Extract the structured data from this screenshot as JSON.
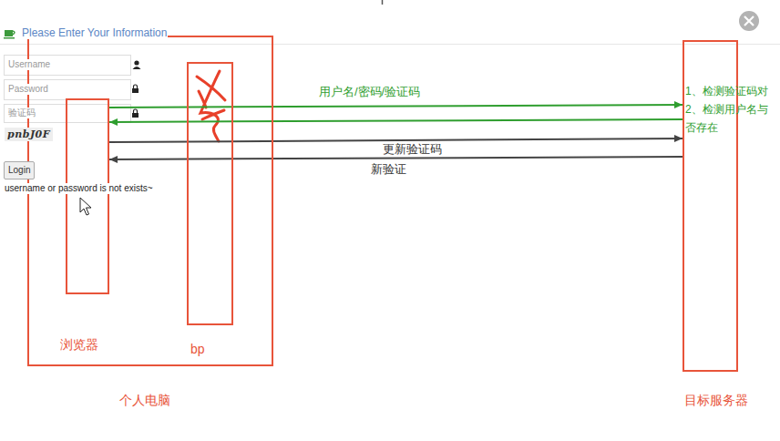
{
  "diagram": {
    "nodes": [
      {
        "text": [
          "个人电脑"
        ]
      },
      {
        "text": [
          "浏览器"
        ],
        "in": 0
      },
      {
        "text": [
          "bp"
        ],
        "in": 0
      },
      {
        "text": [
          "目标服务器",
          "1、检测验证码对",
          "2、检测用户名与 否存在"
        ]
      }
    ],
    "edges": [
      {
        "from": 1,
        "to": 3,
        "arrow": "to",
        "label": "用户名/密码/验证码"
      },
      {
        "from": 3,
        "to": 1,
        "arrow": "to"
      },
      {
        "from": 1,
        "to": 3,
        "arrow": "to",
        "label": "更新验证码"
      },
      {
        "from": 3,
        "to": 1,
        "arrow": "to",
        "label": "新验证"
      }
    ],
    "labels": [
      "Please Enter Your Information",
      "Username",
      "Password",
      "验证码",
      "pnbJ0F",
      "Login",
      "username or password is not exists~"
    ]
  }
}
